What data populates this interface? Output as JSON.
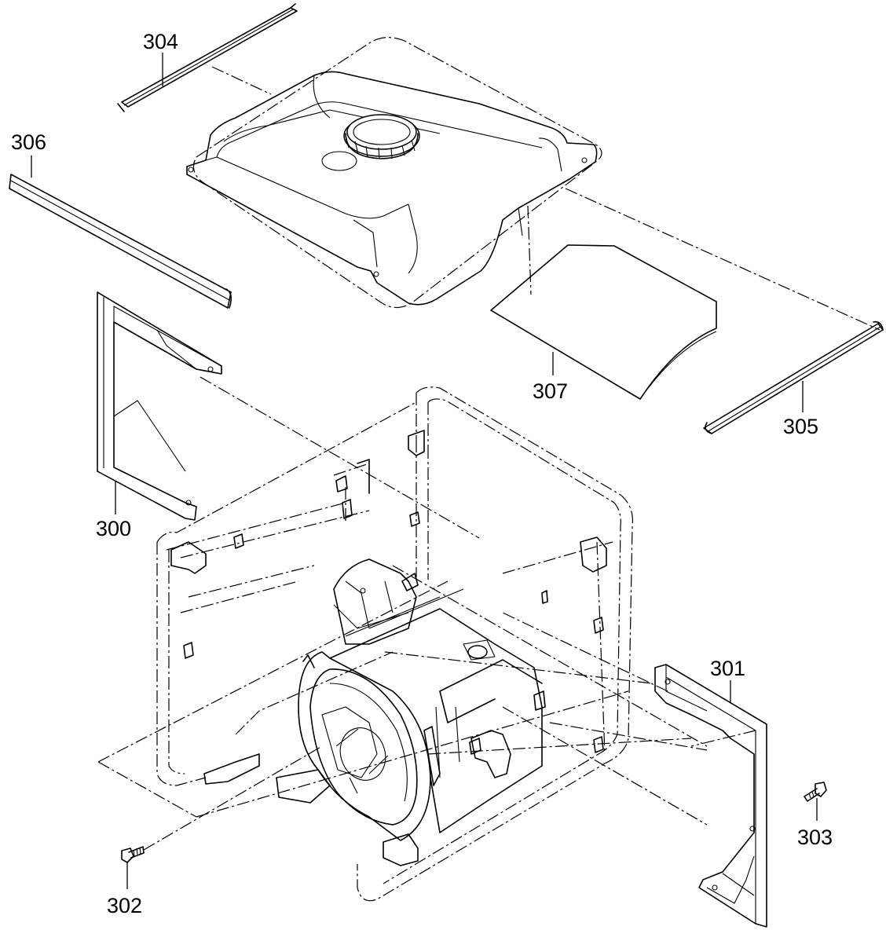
{
  "callouts": {
    "frame_bracket_rear": "300",
    "frame_bracket_front": "301",
    "flange_bolt_left": "302",
    "flange_bolt_right": "303",
    "tank_rail_rear": "304",
    "tank_rail_front": "305",
    "tank_rail_left": "306",
    "heat_insulator": "307"
  },
  "colors": {
    "line": "#000000",
    "background": "#ffffff"
  }
}
